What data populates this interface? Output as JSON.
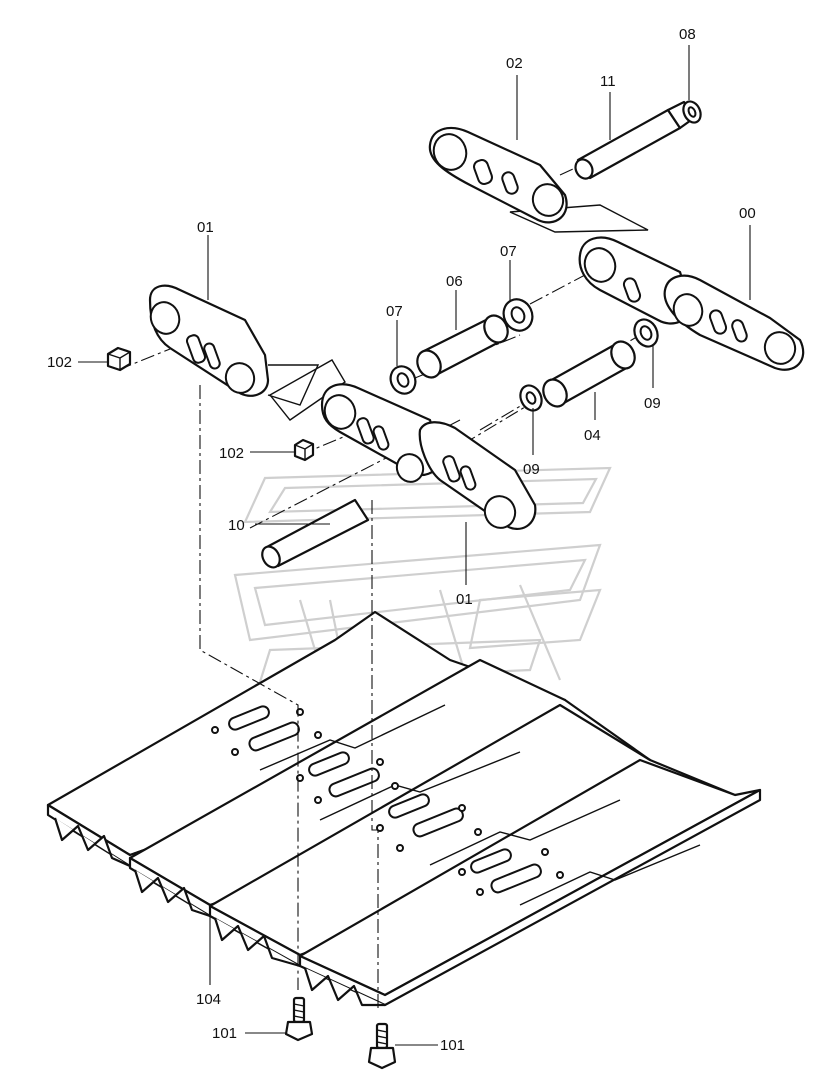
{
  "diagram": {
    "callouts": {
      "c00": "00",
      "c01_top": "01",
      "c01_bottom": "01",
      "c02": "02",
      "c04": "04",
      "c06": "06",
      "c07_left": "07",
      "c07_right": "07",
      "c08": "08",
      "c09_left": "09",
      "c09_right": "09",
      "c10": "10",
      "c11": "11",
      "c101_left": "101",
      "c101_right": "101",
      "c102_top": "102",
      "c102_mid": "102",
      "c104": "104"
    }
  }
}
